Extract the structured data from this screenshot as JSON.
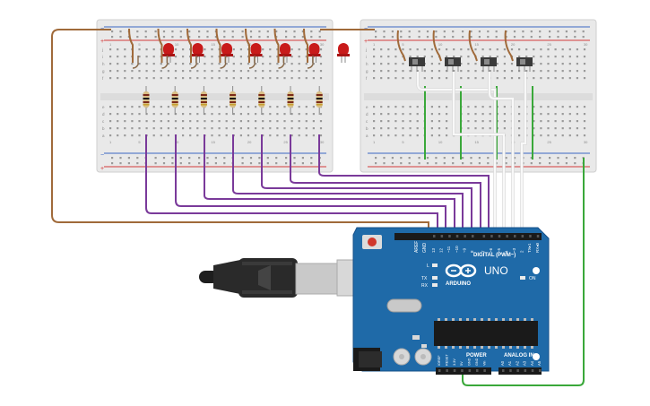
{
  "colors": {
    "background": "#ffffff",
    "breadboard": "#e9e9e9",
    "breadboard_hole": "#9a9a9a",
    "rail_red": "#d43b3b",
    "rail_blue": "#3a66c4",
    "led_red": "#c81a1a",
    "led_leg": "#8a6a4a",
    "resistor_body": "#d9bf86",
    "wire_purple": "#7a3a9a",
    "wire_brown": "#a06a3a",
    "wire_green": "#3aa83a",
    "wire_white": "#f4f4f4",
    "arduino_blue": "#1f6aa8",
    "arduino_dark": "#16508a",
    "usb_silver": "#c9c9c9",
    "usb_black": "#2a2a2a",
    "chip_black": "#1a1a1a",
    "reset_red": "#d0382c"
  },
  "breadboard_left": {
    "row_letters": [
      "j",
      "i",
      "h",
      "g",
      "f",
      "e",
      "d",
      "c",
      "b",
      "a"
    ],
    "column_numbers": [
      "1",
      "5",
      "10",
      "15",
      "20",
      "25",
      "30"
    ],
    "rail_plus": "+",
    "rail_minus": "−"
  },
  "breadboard_right": {
    "row_letters": [
      "j",
      "i",
      "h",
      "g",
      "f",
      "e",
      "d",
      "c",
      "b",
      "a"
    ],
    "column_numbers": [
      "1",
      "5",
      "10",
      "15",
      "20",
      "25",
      "30"
    ],
    "rail_plus": "+",
    "rail_minus": "−"
  },
  "components": {
    "led_count": 7,
    "resistor_count": 7,
    "switch_count": 4
  },
  "arduino": {
    "brand": "ARDUINO",
    "model": "UNO",
    "digital_label": "DIGITAL (PWM~)",
    "power_label": "POWER",
    "analog_label": "ANALOG IN",
    "on_label": "ON",
    "l_label": "L",
    "tx_label": "TX",
    "rx_label": "RX",
    "aref_label": "AREF",
    "gnd_label": "GND",
    "digital_pins": [
      "13",
      "12",
      "~11",
      "~10",
      "~9",
      "8",
      "7",
      "~6",
      "~5",
      "4",
      "~3",
      "2",
      "TX▸1",
      "RX◂0"
    ],
    "power_pins": [
      "IOREF",
      "RESET",
      "3.3V",
      "5V",
      "GND",
      "GND",
      "Vin"
    ],
    "analog_pins": [
      "A0",
      "A1",
      "A2",
      "A3",
      "A4",
      "A5"
    ]
  }
}
